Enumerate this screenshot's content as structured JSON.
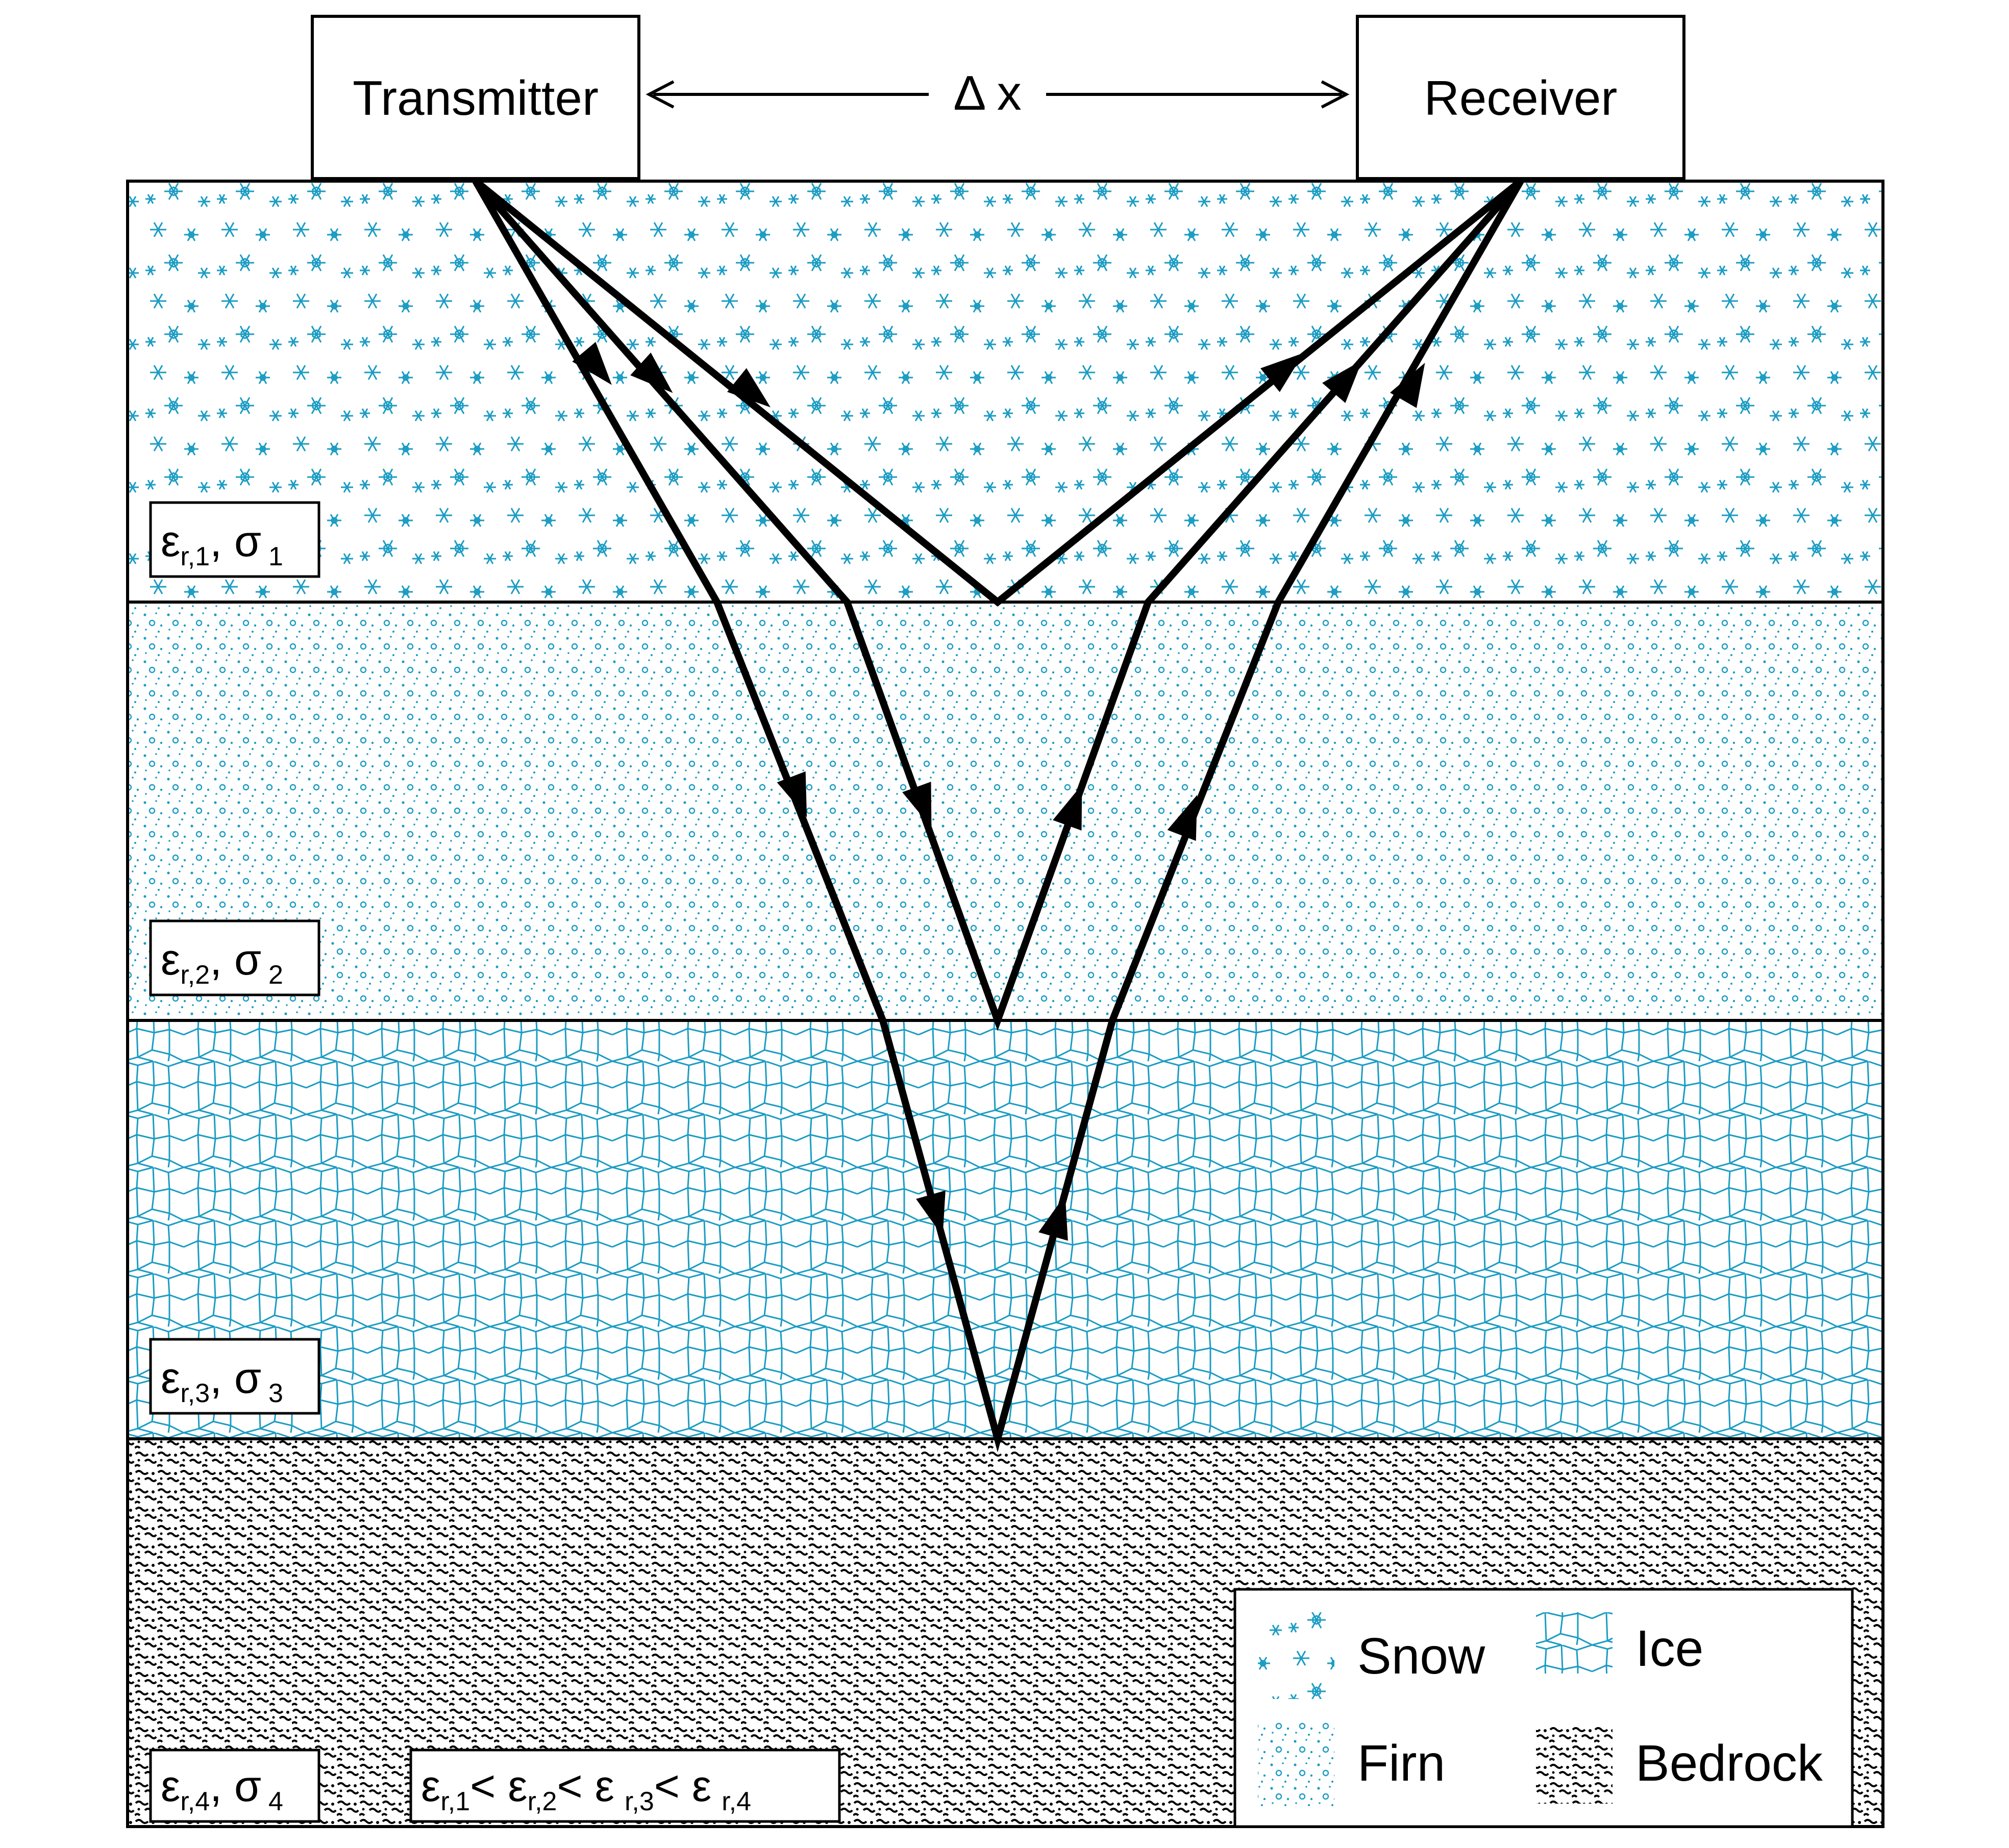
{
  "transmitter": {
    "label": "Transmitter"
  },
  "receiver": {
    "label": "Receiver"
  },
  "offset": {
    "label": "Δ x"
  },
  "layers": [
    {
      "id": "snow",
      "param": {
        "eps": "ε",
        "eps_sub": "r,1",
        "sigma": "σ",
        "sigma_sub": "1"
      }
    },
    {
      "id": "firn",
      "param": {
        "eps": "ε",
        "eps_sub": "r,2",
        "sigma": "σ",
        "sigma_sub": "2"
      }
    },
    {
      "id": "ice",
      "param": {
        "eps": "ε",
        "eps_sub": "r,3",
        "sigma": "σ",
        "sigma_sub": "3"
      }
    },
    {
      "id": "bedrock",
      "param": {
        "eps": "ε",
        "eps_sub": "r,4",
        "sigma": "σ",
        "sigma_sub": "4"
      }
    }
  ],
  "relation": {
    "parts": [
      "ε",
      "r,1",
      "< ε",
      "r,2",
      "< ε",
      "r,3",
      "< ε",
      "r,4"
    ]
  },
  "legend": {
    "snow": "Snow",
    "firn": "Firn",
    "ice": "Ice",
    "bedrock": "Bedrock"
  },
  "colors": {
    "pattern": "#1b9cc3",
    "ice_fill": "#d3eef7",
    "line": "#000000"
  }
}
